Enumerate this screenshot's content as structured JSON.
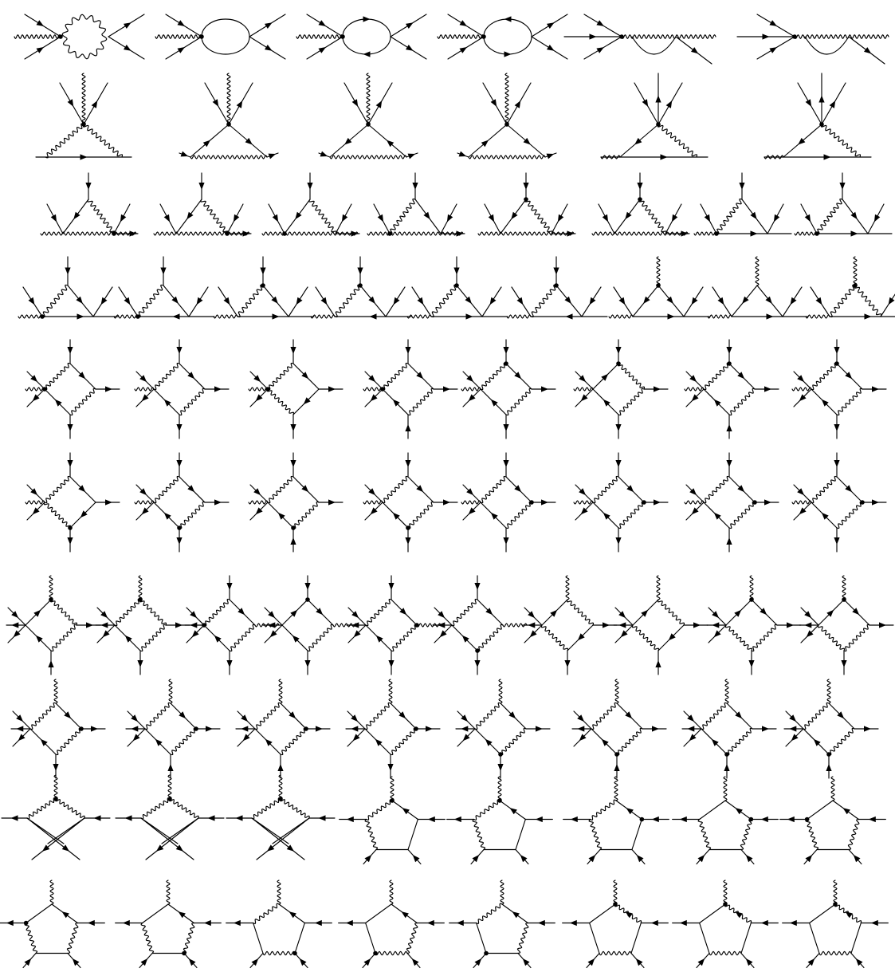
{
  "figure": {
    "kind": "feynman-diagram-grid",
    "colors": {
      "line": "#000000",
      "background": "#ffffff"
    },
    "line_styles": [
      "fermion-line-with-arrow",
      "wavy-boson-line",
      "vertex-dot"
    ],
    "rows": [
      {
        "id": "row-1",
        "count": 6,
        "topology": [
          "wavy-loop",
          "fermion-loop",
          "fermion-loop",
          "fermion-loop",
          "wavy-line-with-loop",
          "wavy-line-with-loop"
        ]
      },
      {
        "id": "row-2",
        "count": 6,
        "topology": [
          "triangle",
          "triangle",
          "triangle",
          "triangle",
          "triangle",
          "triangle"
        ]
      },
      {
        "id": "row-3",
        "count": 8,
        "topology": [
          "triangle",
          "triangle",
          "triangle",
          "triangle",
          "triangle",
          "triangle",
          "triangle",
          "triangle"
        ]
      },
      {
        "id": "row-4",
        "count": 9,
        "topology": [
          "triangle",
          "triangle",
          "triangle",
          "triangle",
          "triangle",
          "triangle",
          "triangle",
          "triangle",
          "triangle"
        ]
      },
      {
        "id": "row-5",
        "count": 8,
        "topology": [
          "box",
          "box",
          "box",
          "box",
          "box",
          "box",
          "box",
          "box"
        ]
      },
      {
        "id": "row-6",
        "count": 8,
        "topology": [
          "box",
          "box",
          "box",
          "box",
          "box",
          "box",
          "box",
          "box"
        ]
      },
      {
        "id": "row-7",
        "count": 10,
        "topology": [
          "box",
          "box",
          "box",
          "box",
          "box",
          "box",
          "box",
          "box",
          "box",
          "box"
        ]
      },
      {
        "id": "row-8",
        "count": 8,
        "topology": [
          "box",
          "box",
          "box",
          "box",
          "box",
          "box",
          "box",
          "box"
        ]
      },
      {
        "id": "row-9",
        "count": 8,
        "topology": [
          "box",
          "box",
          "box",
          "pentagon",
          "pentagon",
          "pentagon",
          "pentagon",
          "pentagon"
        ]
      },
      {
        "id": "row-10",
        "count": 8,
        "topology": [
          "pentagon",
          "pentagon",
          "pentagon",
          "pentagon",
          "pentagon",
          "pentagon",
          "pentagon",
          "pentagon"
        ]
      }
    ]
  }
}
